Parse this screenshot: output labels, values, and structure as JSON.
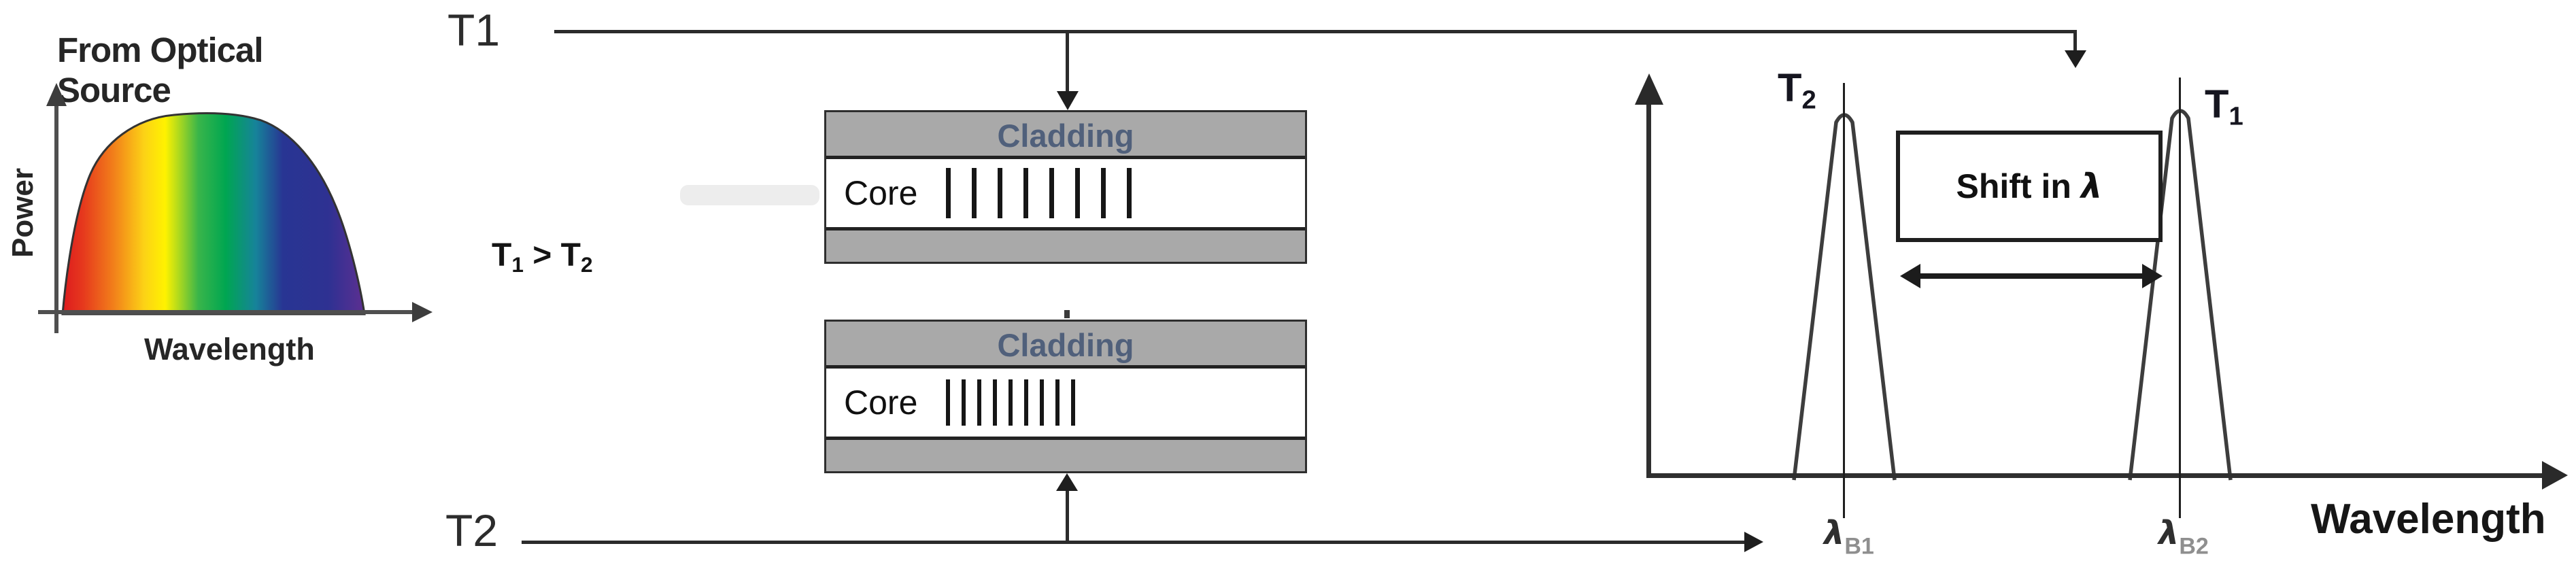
{
  "colors": {
    "fiber_gray": "#a9a9a9",
    "cladding_text": "#50607b",
    "axis_dark": "#2f2f2f",
    "subscript_gray": "#8f8f8f",
    "spectrum_gradient": [
      "#dd1a1f",
      "#f2801a",
      "#fff200",
      "#00a651",
      "#16839a",
      "#2e3192",
      "#5d2f91"
    ]
  },
  "optical_source": {
    "title": "From Optical Source",
    "ylabel": "Power",
    "xlabel": "Wavelength"
  },
  "temperature": {
    "t1": "T1",
    "t2": "T2",
    "inequality": {
      "lhs": "T",
      "lhs_sub": "1",
      "op": ">",
      "rhs": "T",
      "rhs_sub": "2"
    }
  },
  "fibers": [
    {
      "cladding": "Cladding",
      "core": "Core",
      "gratings": 8
    },
    {
      "cladding": "Cladding",
      "core": "Core",
      "gratings": 9
    }
  ],
  "plot": {
    "peak_left": {
      "label": "T",
      "sub": "2"
    },
    "peak_right": {
      "label": "T",
      "sub": "1"
    },
    "shift_box": {
      "prefix": "Shift in",
      "lambda": "λ"
    },
    "x_ticks": [
      {
        "lambda": "λ",
        "sub": "B1"
      },
      {
        "lambda": "λ",
        "sub": "B2"
      }
    ],
    "xlabel": "Wavelength"
  }
}
